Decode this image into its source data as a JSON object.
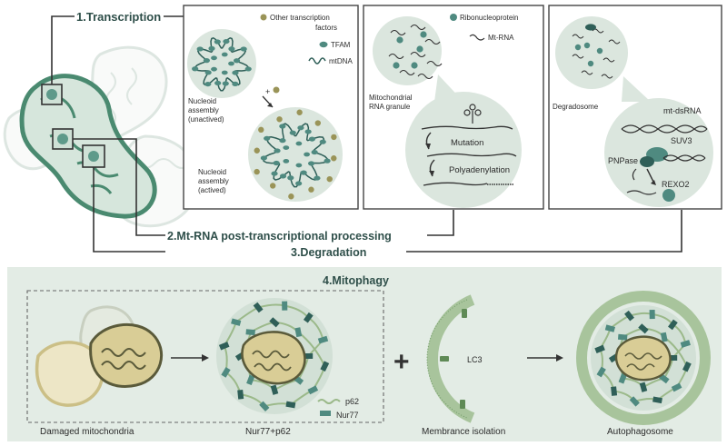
{
  "steps": {
    "transcription": "1.Transcription",
    "processing": "2.Mt-RNA post-transcriptional processing",
    "degradation": "3.Degradation",
    "mitophagy": "4.Mitophagy"
  },
  "panel1": {
    "legend_factors": "Other transcription",
    "legend_factors_2": "factors",
    "legend_tfam": "TFAM",
    "legend_mtdna": "mtDNA",
    "plus": "+",
    "unactived_1": "Nucleoid",
    "unactived_2": "assembly",
    "unactived_3": "(unactived)",
    "actived_1": "Nucleoid",
    "actived_2": "assembly",
    "actived_3": "(actived)"
  },
  "panel2": {
    "legend_rnp": "Ribonucleoprotein",
    "legend_mtrna": "Mt-RNA",
    "granule_1": "Mitochondrial",
    "granule_2": "RNA granule",
    "mutation": "Mutation",
    "polyadenylation": "Polyadenylation"
  },
  "panel3": {
    "degradosome": "Degradosome",
    "mtdsrna": "mt-dsRNA",
    "suv3": "SUV3",
    "pnpase": "PNPase",
    "rexo2": "REXO2"
  },
  "mitophagy": {
    "damaged": "Damaged mitochondria",
    "nur_p62": "Nur77+p62",
    "p62": "p62",
    "nur77": "Nur77",
    "lc3": "LC3",
    "membrane": "Membrance isolation",
    "autophagosome": "Autophagosome",
    "plus": "+"
  },
  "colors": {
    "teal": "#4f8a80",
    "teal_dark": "#2f5f58",
    "olive": "#9a9458",
    "light_green": "#dfe8e1",
    "circle_bg": "#dbe6de",
    "mito_green": "#4a8a70",
    "mito_tan": "#cfc58e",
    "bottom_bg": "#e3ece5"
  }
}
